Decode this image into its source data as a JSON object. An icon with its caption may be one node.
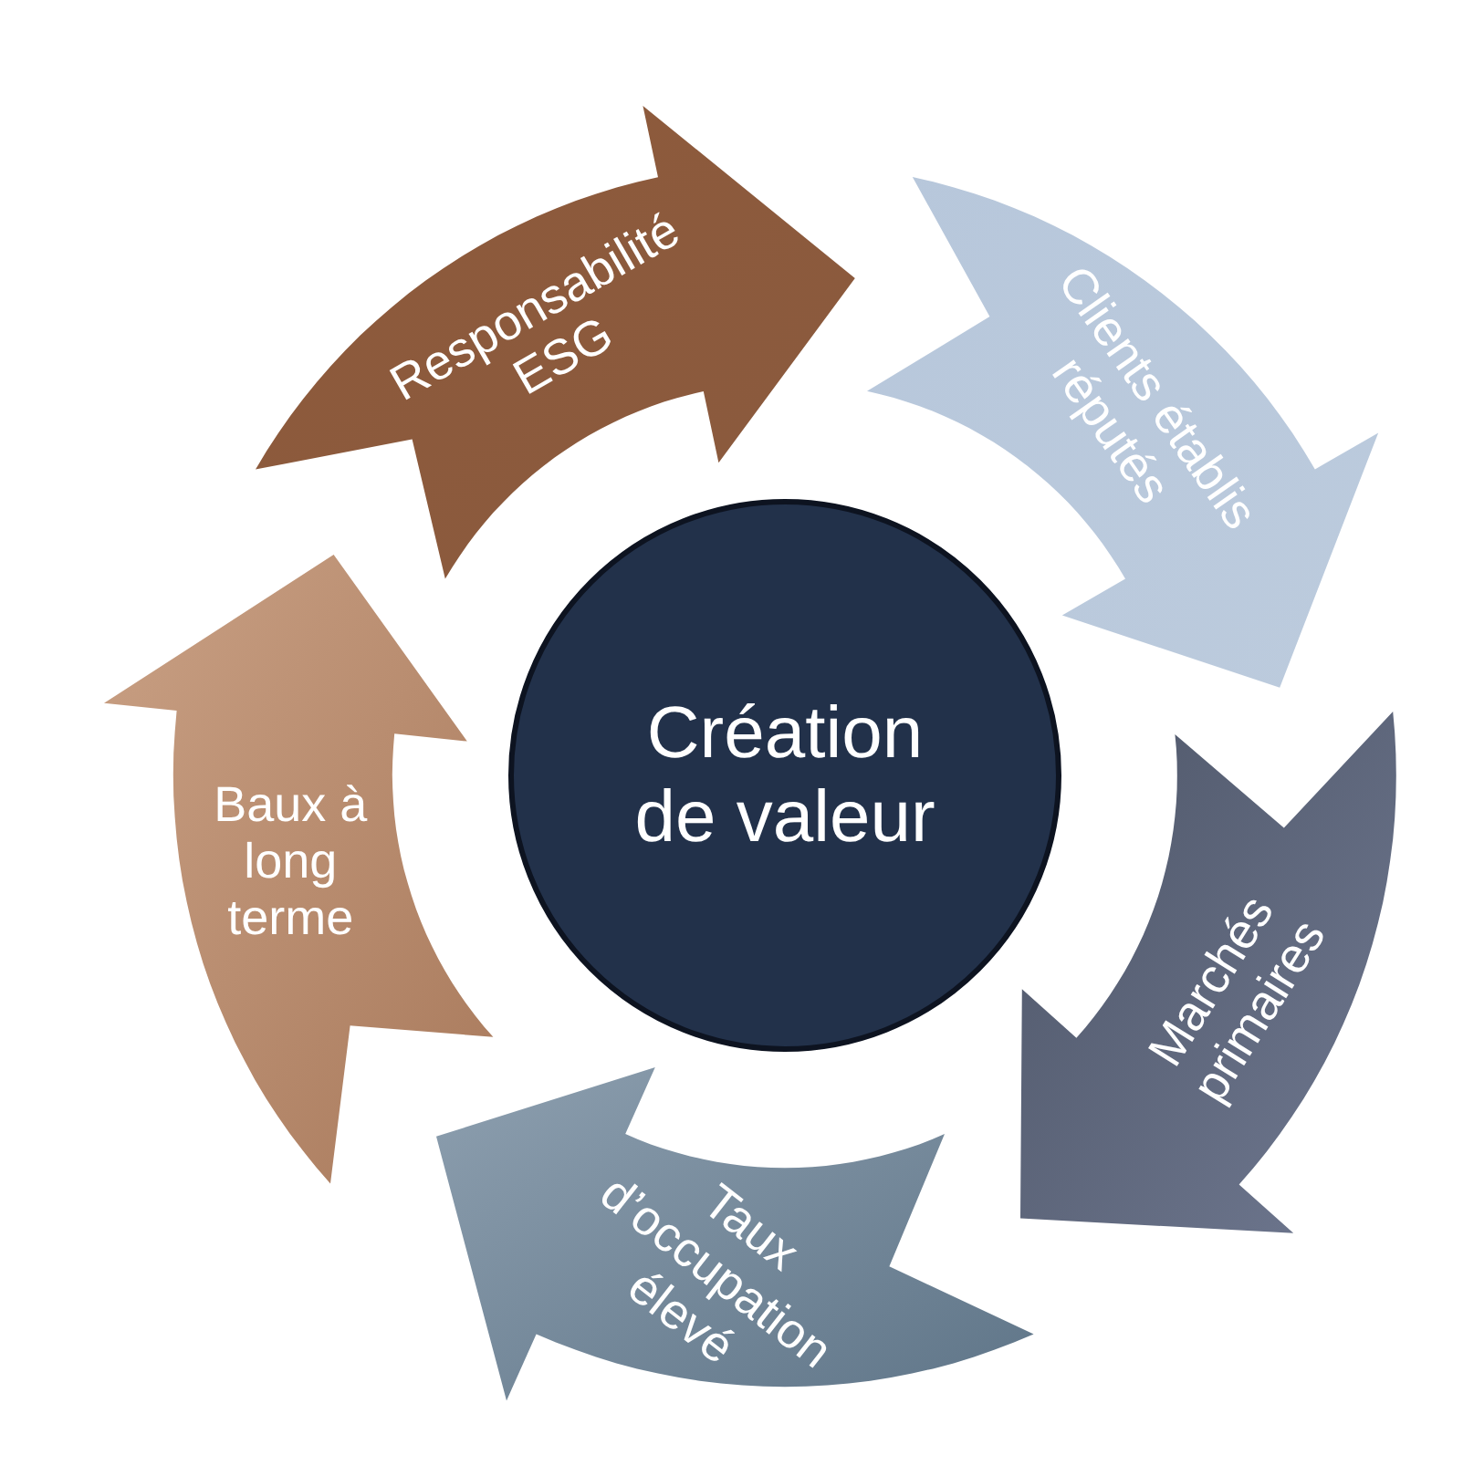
{
  "diagram": {
    "nodes": [
      {
        "text": [
          "Responsabilité ESG"
        ]
      },
      {
        "text": [
          "Clients établis réputés"
        ]
      },
      {
        "text": [
          "Marchés primaires"
        ]
      },
      {
        "text": [
          "Taux d’occupation élevé"
        ]
      },
      {
        "text": [
          "Baux à long terme"
        ]
      },
      {
        "text": [
          "Création de valeur"
        ]
      }
    ]
  }
}
